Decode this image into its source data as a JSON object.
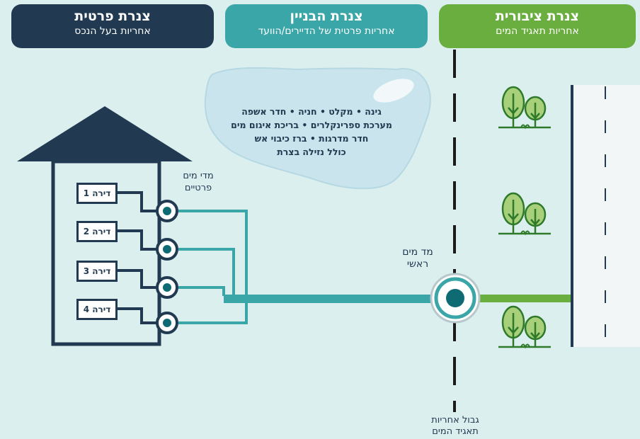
{
  "zones": {
    "private": {
      "title": "צנרת פרטית",
      "subtitle": "אחריות בעל הנכס"
    },
    "building": {
      "title": "צנרת הבניין",
      "subtitle": "אחריות פרטית של הדיירים/הוועד"
    },
    "public": {
      "title": "צנרת ציבורית",
      "subtitle": "אחריות תאגיד המים"
    }
  },
  "shared_areas": {
    "line1": "גינה • מקלט • חניה • חדר אשפה",
    "line2": "מערכת ספרינקלרים • בריכת איגום מים",
    "line3": "חדר מדרגות • ברז כיבוי אש",
    "line4": "כולל נזילה בצרת"
  },
  "apartments": [
    "דירה 1",
    "דירה 2",
    "דירה 3",
    "דירה 4"
  ],
  "private_meters_label": {
    "line1": "מדי מים",
    "line2": "פרטיים"
  },
  "main_meter_label": {
    "line1": "מד מים",
    "line2": "ראשי"
  },
  "boundary_label": {
    "line1": "גבול אחריות",
    "line2": "תאגיד המים"
  },
  "colors": {
    "navy": "#213a52",
    "teal": "#3aa6a8",
    "green": "#6aae3f",
    "background": "#dcefef"
  }
}
